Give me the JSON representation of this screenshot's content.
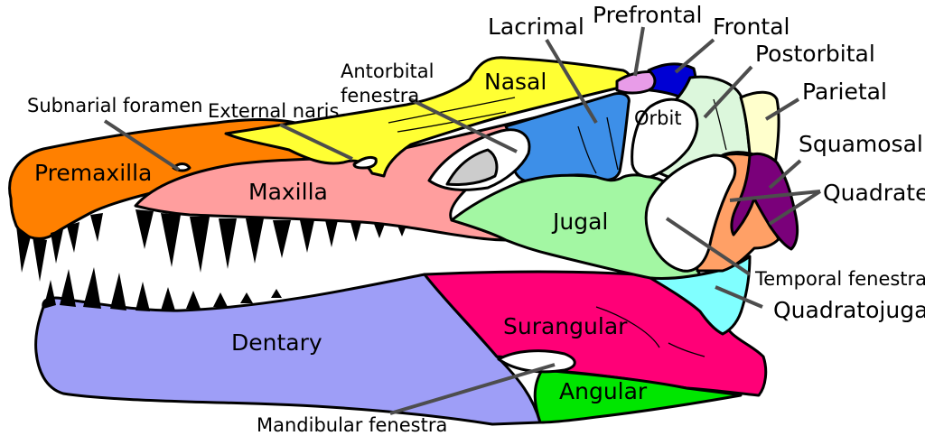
{
  "diagram": {
    "labels": {
      "lacrimal": "Lacrimal",
      "prefrontal": "Prefrontal",
      "frontal": "Frontal",
      "postorbital": "Postorbital",
      "antorbital": "Antorbital",
      "fenestra": "fenestra",
      "nasal": "Nasal",
      "subnarial_foramen": "Subnarial foramen",
      "external_naris": "External naris",
      "parietal": "Parietal",
      "orbit": "Orbit",
      "squamosal": "Squamosal",
      "premaxilla": "Premaxilla",
      "maxilla": "Maxilla",
      "quadrate": "Quadrate",
      "jugal": "Jugal",
      "temporal_fenestra": "Temporal fenestra",
      "quadratojugal": "Quadratojugal",
      "dentary": "Dentary",
      "surangular": "Surangular",
      "angular": "Angular",
      "mandibular_fenestra": "Mandibular fenestra"
    },
    "colors": {
      "premaxilla": "#ff8000",
      "maxilla": "#ff9e9e",
      "nasal": "#ffff33",
      "lacrimal": "#3d8fe8",
      "prefrontal": "#e89ce8",
      "frontal": "#0000d4",
      "postorbital": "#dcf7dc",
      "parietal": "#ffffcc",
      "jugal": "#a3f7a3",
      "squamosal": "#7a007a",
      "quadrate": "#ffa066",
      "quadratojugal": "#80ffff",
      "dentary": "#9e9ef7",
      "surangular": "#ff0077",
      "angular": "#00e600",
      "teeth": "#000000",
      "leader_line": "#4d4d4d",
      "fenestra_fill": "#cccccc"
    }
  }
}
